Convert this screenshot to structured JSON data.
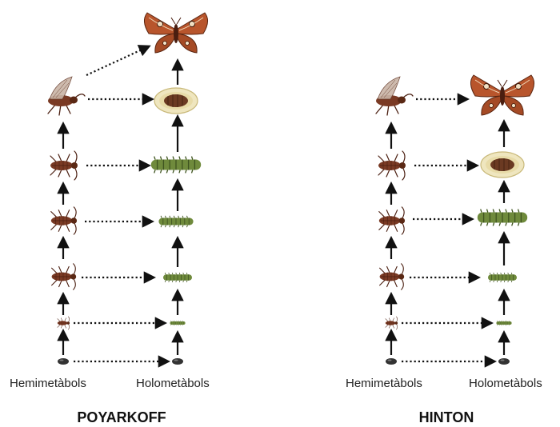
{
  "colors": {
    "arrow": "#111111",
    "roach_body": "#7a3a24",
    "roach_dark": "#4a1e10",
    "caterpillar": "#6f8a3c",
    "caterpillar_dark": "#3f5420",
    "moth_wing": "#b8552c",
    "moth_dark": "#5a2510",
    "cocoon": "#efe6bf",
    "pupa": "#6b3a22",
    "egg": "#333333"
  },
  "panels": [
    {
      "title": "POYARKOFF",
      "left_label": "Hemimetàbols",
      "right_label": "Holometàbols",
      "left_column_icons": [
        "egg-icon",
        "roach-nymph-icon",
        "roach-nymph-icon",
        "roach-nymph-icon",
        "roach-nymph-icon",
        "roach-adult-icon"
      ],
      "right_column_icons": [
        "egg-icon",
        "caterpillar-icon",
        "caterpillar-icon",
        "caterpillar-icon",
        "caterpillar-icon",
        "cocoon-icon",
        "moth-icon"
      ]
    },
    {
      "title": "HINTON",
      "left_label": "Hemimetàbols",
      "right_label": "Holometàbols",
      "left_column_icons": [
        "egg-icon",
        "roach-nymph-icon",
        "roach-nymph-icon",
        "roach-nymph-icon",
        "roach-nymph-icon",
        "roach-adult-icon"
      ],
      "right_column_icons": [
        "egg-icon",
        "caterpillar-icon",
        "caterpillar-icon",
        "caterpillar-icon",
        "cocoon-icon",
        "moth-icon"
      ]
    }
  ]
}
